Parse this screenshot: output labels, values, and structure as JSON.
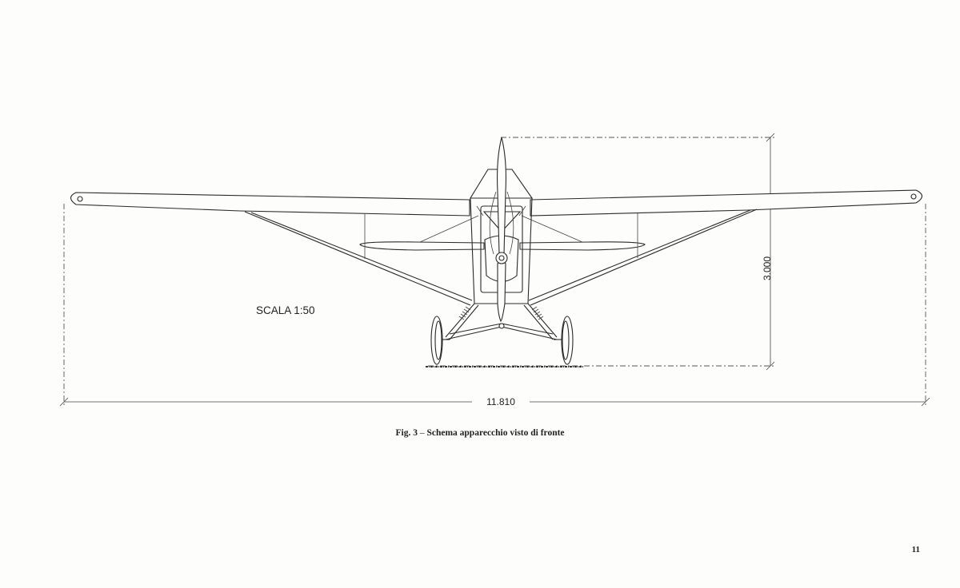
{
  "drawing": {
    "scale_label": "SCALA 1:50",
    "height_dimension": "3.000",
    "span_dimension": "11.810"
  },
  "caption": {
    "fig_label": "Fig. 3",
    "separator": "–",
    "text": "Schema apparecchio visto di fronte"
  },
  "page_number": "11"
}
